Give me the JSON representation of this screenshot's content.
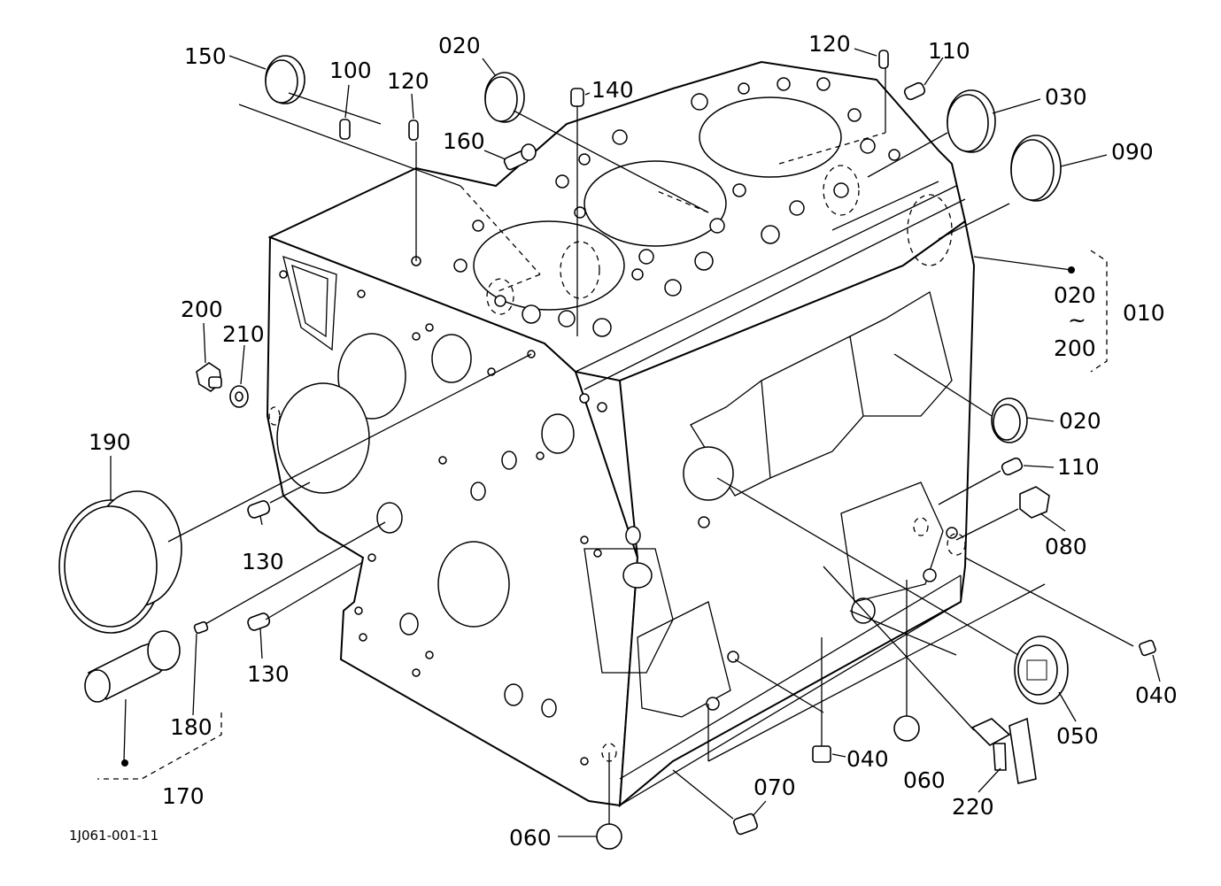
{
  "diagram": {
    "drawing_code": "1J061-001-11",
    "group_label": {
      "assembly": "010",
      "range_from": "020",
      "range_sep": "~",
      "range_to": "200"
    },
    "callouts": [
      {
        "id": "c150",
        "label": "150"
      },
      {
        "id": "c100",
        "label": "100"
      },
      {
        "id": "c120a",
        "label": "120"
      },
      {
        "id": "c020a",
        "label": "020"
      },
      {
        "id": "c140",
        "label": "140"
      },
      {
        "id": "c160",
        "label": "160"
      },
      {
        "id": "c120b",
        "label": "120"
      },
      {
        "id": "c110a",
        "label": "110"
      },
      {
        "id": "c030",
        "label": "030"
      },
      {
        "id": "c090",
        "label": "090"
      },
      {
        "id": "c200",
        "label": "200"
      },
      {
        "id": "c210",
        "label": "210"
      },
      {
        "id": "c190",
        "label": "190"
      },
      {
        "id": "c130a",
        "label": "130"
      },
      {
        "id": "c130b",
        "label": "130"
      },
      {
        "id": "c180",
        "label": "180"
      },
      {
        "id": "c170",
        "label": "170"
      },
      {
        "id": "c020b",
        "label": "020"
      },
      {
        "id": "c110b",
        "label": "110"
      },
      {
        "id": "c080",
        "label": "080"
      },
      {
        "id": "c040a",
        "label": "040"
      },
      {
        "id": "c050",
        "label": "050"
      },
      {
        "id": "c040b",
        "label": "040"
      },
      {
        "id": "c060a",
        "label": "060"
      },
      {
        "id": "c220",
        "label": "220"
      },
      {
        "id": "c070",
        "label": "070"
      },
      {
        "id": "c060b",
        "label": "060"
      }
    ]
  }
}
